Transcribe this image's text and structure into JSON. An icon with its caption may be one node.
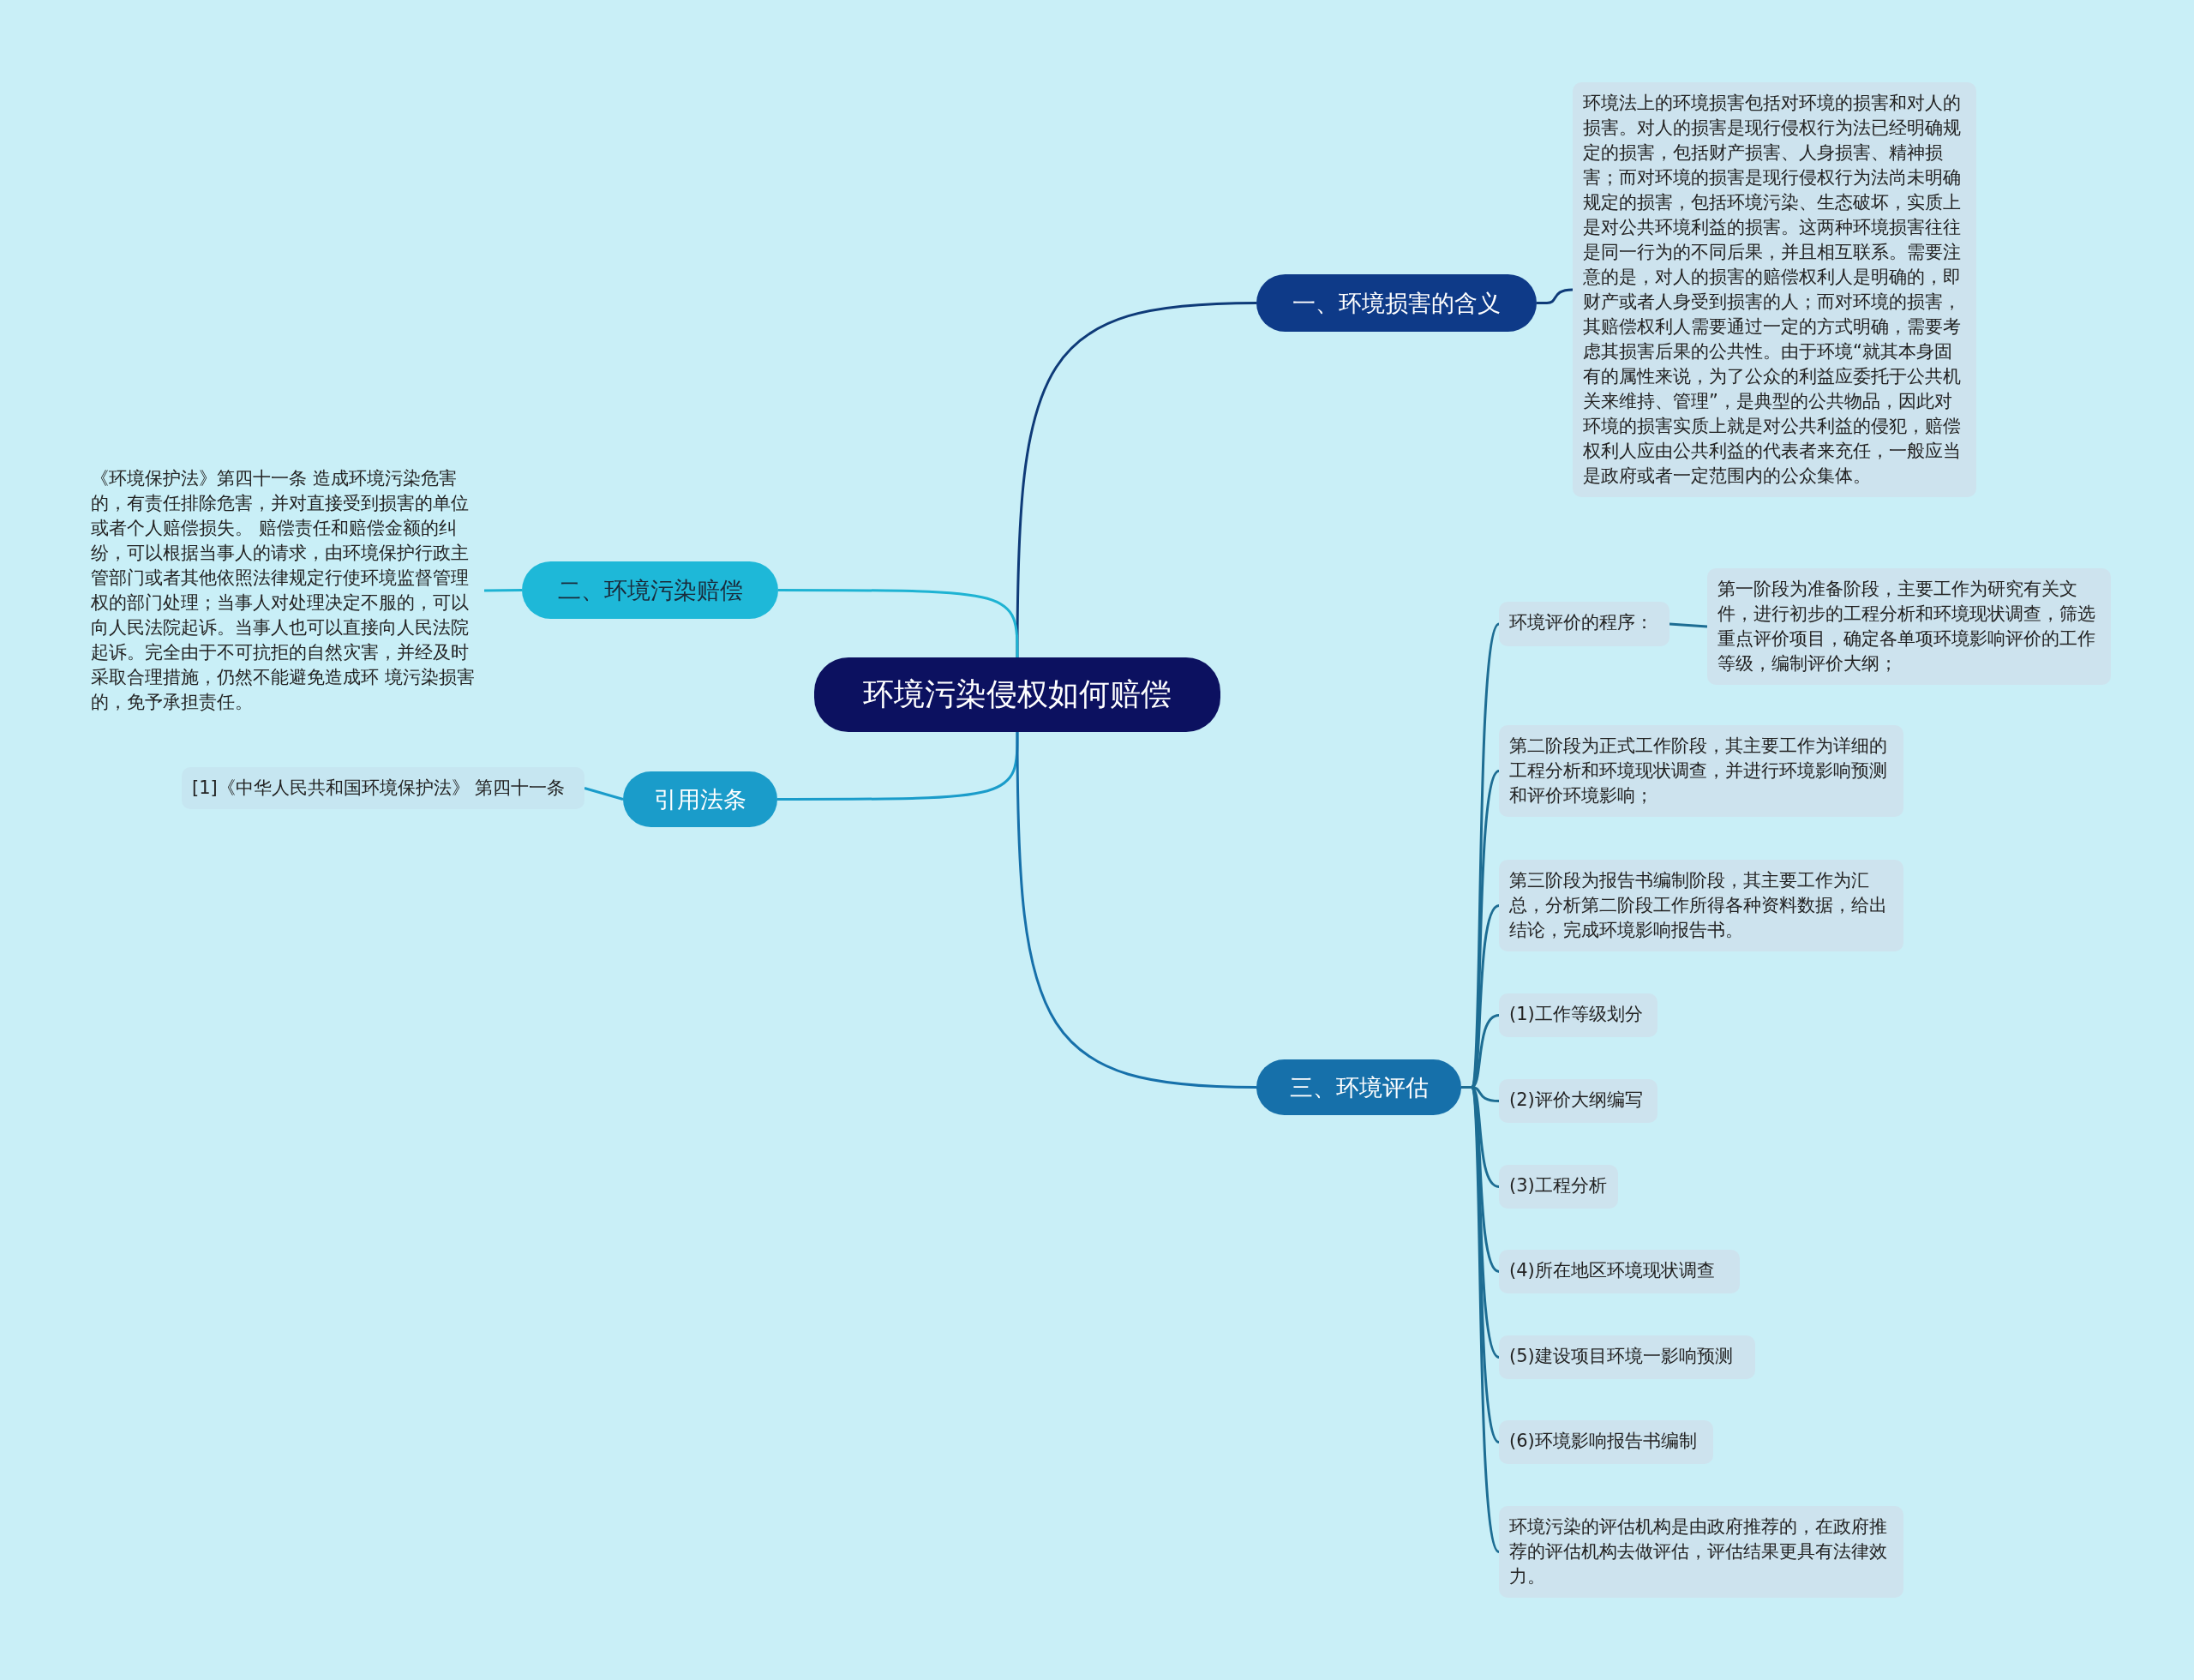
{
  "diagram": {
    "nodes": [
      {
        "text": [
          "环境污染侵权如何赔偿"
        ]
      },
      {
        "text": [
          "一、环境损害的含义"
        ]
      },
      {
        "text": [
          "环境法上的环境损害包括对环境的损害和对人的损害。对人的损害是现行侵权行为法已经明确规定的损害，包括财产损害、人身损害、精神损害；而对环境的损害是现行侵权行为法尚未明确规定的损害，包括环境污染、生态破坏，实质上是对公共环境利益的损害。这两种环境损害往往是同一行为的不同后果，并且相互联系。需要注意的是，对人的损害的赔偿权利人是明确的，即财产或者人身受到损害的人；而对环境的损害，其赔偿权利人需要通过一定的方式明确，需要考虑其损害后果的公共性。由于环境“就其本身固有的属性来说，为了公众的利益应委托于公共机关来维持、管理”，是典型的公共物品，因此对环境的损害实质上就是对公共利益的侵犯，赔偿权利人应由公共利益的代表者来充任，一般应当是政府或者一定范围内的公众集体。"
        ]
      },
      {
        "text": [
          "二、环境污染赔偿"
        ]
      },
      {
        "text": [
          "《环境保护法》第四十一条 造成环境污染危害的，有责任排除危害，并对直接受到损害的单位或者个人赔偿损失。 赔偿责任和赔偿金额的纠纷，可以根据当事人的请求，由环境保护行政主管部门或者其他依照法律规定行使环境监督管理权的部门处理；当事人对处理决定不服的，可以向人民法院起诉。当事人也可以直接向人民法院起诉。完全由于不可抗拒的自然灾害，并经及时采取合理措施，仍然不能避免造成环 境污染损害的，免予承担责任。"
        ]
      },
      {
        "text": [
          "引用法条"
        ]
      },
      {
        "text": [
          "[1]《中华人民共和国环境保护法》 第四十一条"
        ]
      },
      {
        "text": [
          "三、环境评估"
        ]
      },
      {
        "text": [
          "环境评价的程序："
        ]
      },
      {
        "text": [
          "第一阶段为准备阶段，主要工作为研究有关文件，进行初步的工程分析和环境现状调查，筛选重点评价项目，确定各单项环境影响评价的工作等级，编制评价大纲；"
        ]
      },
      {
        "text": [
          "第二阶段为正式工作阶段，其主要工作为详细的工程分析和环境现状调查，并进行环境影响预测和评价环境影响；"
        ]
      },
      {
        "text": [
          "第三阶段为报告书编制阶段，其主要工作为汇总，分析第二阶段工作所得各种资料数据，给出结论，完成环境影响报告书。"
        ]
      },
      {
        "text": [
          "(1)工作等级划分"
        ]
      },
      {
        "text": [
          "(2)评价大纲编写"
        ]
      },
      {
        "text": [
          "(3)工程分析"
        ]
      },
      {
        "text": [
          "(4)所在地区环境现状调查"
        ]
      },
      {
        "text": [
          "(5)建设项目环境一影响预测"
        ]
      },
      {
        "text": [
          "(6)环境影响报告书编制"
        ]
      },
      {
        "text": [
          "环境污染的评估机构是由政府推荐的，在政府推荐的评估机构去做评估，评估结果更具有法律效力。"
        ]
      }
    ],
    "edges": [
      {
        "from": 0,
        "to": 1,
        "arrow": "none",
        "color": "#0e3a78"
      },
      {
        "from": 0,
        "to": 3,
        "arrow": "none",
        "color": "#1eb3d3"
      },
      {
        "from": 0,
        "to": 5,
        "arrow": "none",
        "color": "#1a9cca"
      },
      {
        "from": 0,
        "to": 7,
        "arrow": "none",
        "color": "#1670aa"
      },
      {
        "from": 1,
        "to": 2,
        "arrow": "none",
        "color": "#0e3a78"
      },
      {
        "from": 3,
        "to": 4,
        "arrow": "none",
        "color": "#1eb3d3"
      },
      {
        "from": 5,
        "to": 6,
        "arrow": "none",
        "color": "#1a9cca"
      },
      {
        "from": 7,
        "to": 8,
        "arrow": "none"
      },
      {
        "from": 8,
        "to": 9,
        "arrow": "none"
      },
      {
        "from": 7,
        "to": 10,
        "arrow": "none"
      },
      {
        "from": 7,
        "to": 11,
        "arrow": "none"
      },
      {
        "from": 7,
        "to": 12,
        "arrow": "none"
      },
      {
        "from": 7,
        "to": 13,
        "arrow": "none"
      },
      {
        "from": 7,
        "to": 14,
        "arrow": "none"
      },
      {
        "from": 7,
        "to": 15,
        "arrow": "none"
      },
      {
        "from": 7,
        "to": 16,
        "arrow": "none"
      },
      {
        "from": 7,
        "to": 17,
        "arrow": "none"
      },
      {
        "from": 7,
        "to": 18,
        "arrow": "none"
      }
    ]
  }
}
